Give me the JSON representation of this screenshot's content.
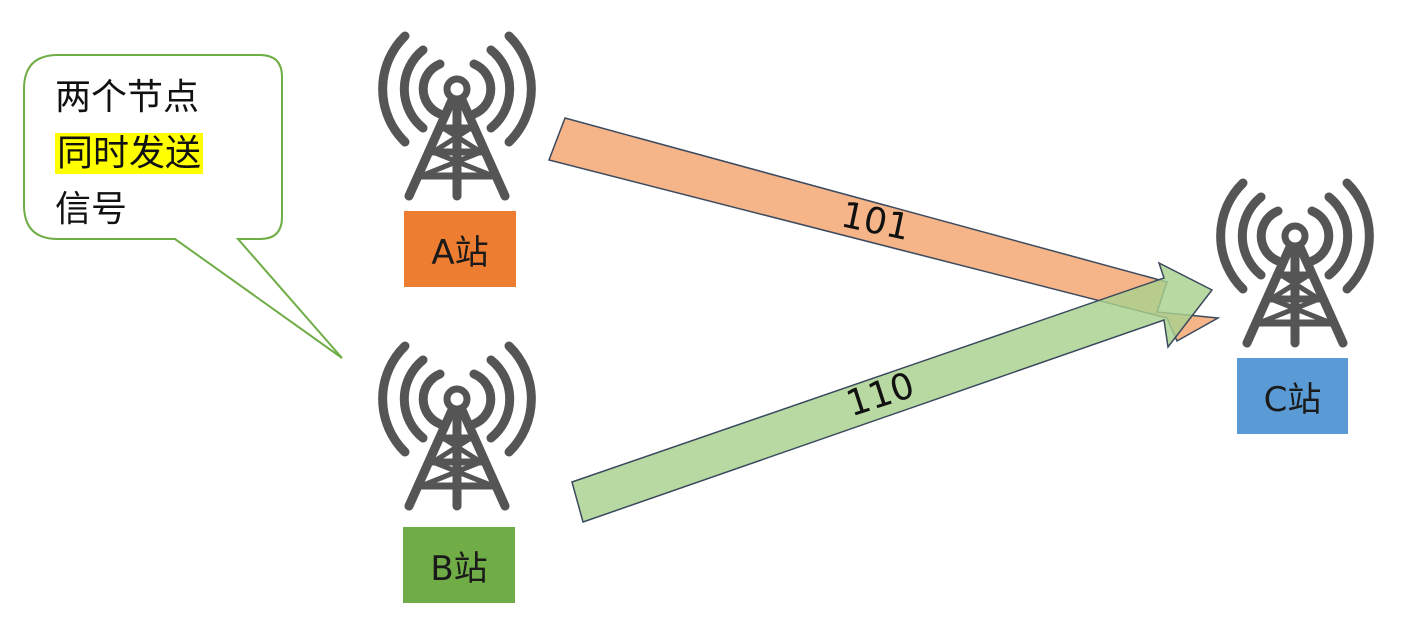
{
  "callout": {
    "line1": "两个节点",
    "line2_highlight": "同时发送",
    "line3": "信号"
  },
  "stations": {
    "a": {
      "label": "A站",
      "color": "#ed7d31"
    },
    "b": {
      "label": "B站",
      "color": "#70ad47"
    },
    "c": {
      "label": "C站",
      "color": "#5b9bd5"
    }
  },
  "signals": {
    "from_a": {
      "bits": "101",
      "color": "#f4b183"
    },
    "from_b": {
      "bits": "110",
      "color": "#a9d18e"
    }
  }
}
